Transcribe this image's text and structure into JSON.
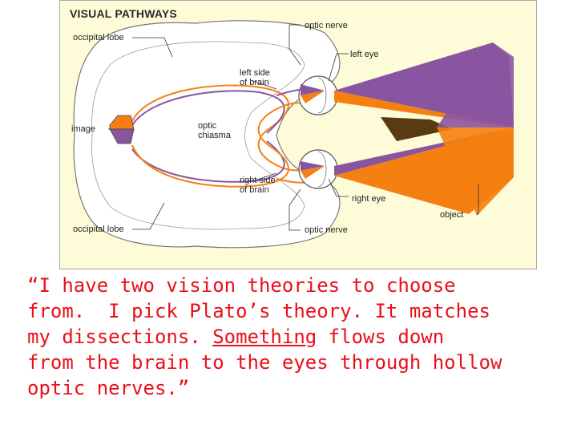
{
  "figure": {
    "title": "VISUAL PATHWAYS",
    "labels": {
      "occipital_lobe_top": "occipital lobe",
      "optic_nerve_top": "optic nerve",
      "left_eye": "left eye",
      "left_side_of_brain_1": "left side",
      "left_side_of_brain_2": "of brain",
      "image": "image",
      "optic_chiasma_1": "optic",
      "optic_chiasma_2": "chiasma",
      "right_side_of_brain_1": "right side",
      "right_side_of_brain_2": "of brain",
      "right_eye": "right eye",
      "object": "object",
      "occipital_lobe_bottom": "occipital lobe",
      "optic_nerve_bottom": "optic nerve"
    },
    "colors": {
      "purple": "#8a55a0",
      "orange": "#f58011",
      "overlap": "#5a3a10",
      "background": "#fdfbd8"
    }
  },
  "quote": {
    "line1_a": "“I have two vision theories to choose",
    "line2": "from.  I pick Plato’s theory. It matches",
    "line3_a": "my dissections. ",
    "line3_underlined": "Something",
    "line3_b": " flows down",
    "line4": "from the brain to the eyes through hollow",
    "line5": "optic nerves.”"
  }
}
